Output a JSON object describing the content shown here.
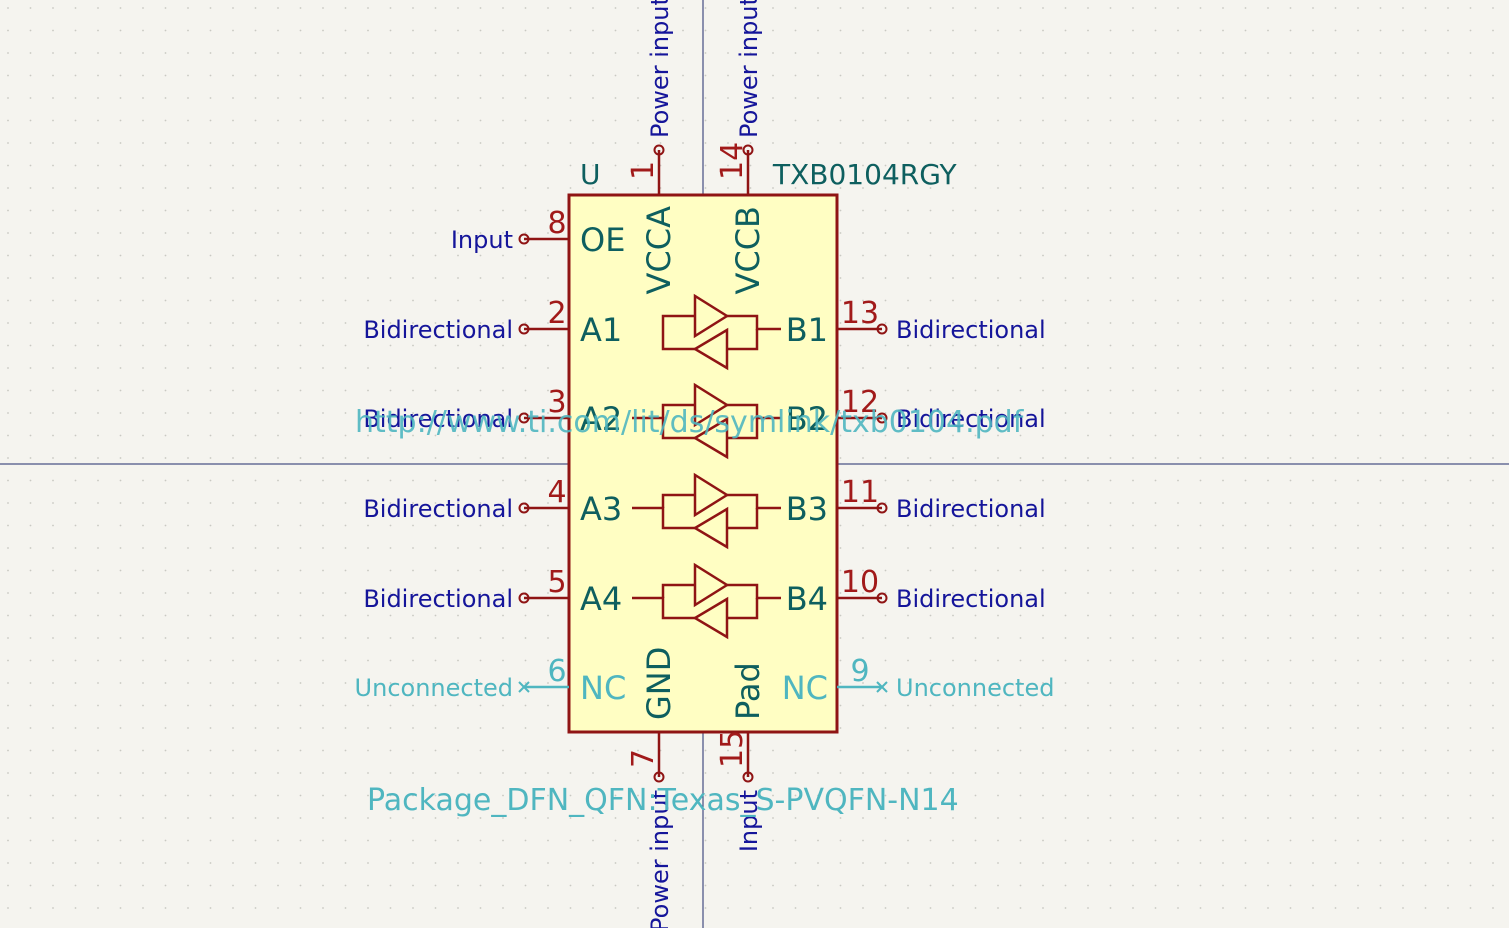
{
  "colors": {
    "background": "#f5f4ef",
    "grid_dot": "#c9c9c2",
    "crosshair": "#1f2a6b",
    "body_fill": "#fffec3",
    "body_stroke": "#8f1414",
    "pin_line": "#8f1414",
    "pin_number": "#a11a1a",
    "pin_name": "#0e5f5f",
    "pin_type": "#15159a",
    "unconnected": "#4fb6c0",
    "field": "#4fb6c0",
    "reference": "#0e5f5f"
  },
  "component": {
    "reference": "U",
    "value": "TXB0104RGY",
    "datasheet": "http://www.ti.com/lit/ds/symlink/txb0104.pdf",
    "footprint": "Package_DFN_QFN:Texas_S-PVQFN-N14"
  },
  "pins": [
    {
      "number": "8",
      "name": "OE",
      "type": "Input"
    },
    {
      "number": "2",
      "name": "A1",
      "type": "Bidirectional"
    },
    {
      "number": "3",
      "name": "A2",
      "type": "Bidirectional"
    },
    {
      "number": "4",
      "name": "A3",
      "type": "Bidirectional"
    },
    {
      "number": "5",
      "name": "A4",
      "type": "Bidirectional"
    },
    {
      "number": "6",
      "name": "NC",
      "type": "Unconnected"
    },
    {
      "number": "13",
      "name": "B1",
      "type": "Bidirectional"
    },
    {
      "number": "12",
      "name": "B2",
      "type": "Bidirectional"
    },
    {
      "number": "11",
      "name": "B3",
      "type": "Bidirectional"
    },
    {
      "number": "10",
      "name": "B4",
      "type": "Bidirectional"
    },
    {
      "number": "9",
      "name": "NC",
      "type": "Unconnected"
    },
    {
      "number": "1",
      "name": "VCCA",
      "type": "Power input"
    },
    {
      "number": "14",
      "name": "VCCB",
      "type": "Power input"
    },
    {
      "number": "7",
      "name": "GND",
      "type": "Power input"
    },
    {
      "number": "15",
      "name": "Pad",
      "type": "Input"
    }
  ]
}
